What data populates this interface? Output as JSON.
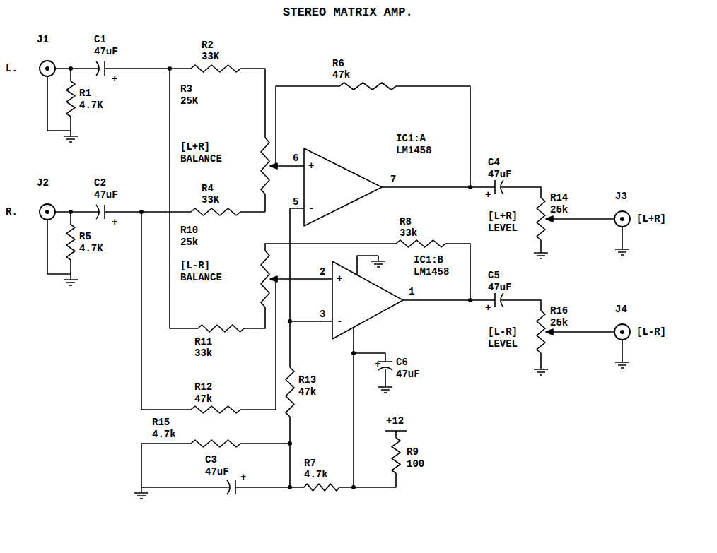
{
  "diagram": {
    "title": "STEREO MATRIX AMP.",
    "labels": [
      "J1",
      "L.",
      "C1",
      "47uF",
      "+",
      "R1",
      "4.7K",
      "R2",
      "33K",
      "R6",
      "47k",
      "R3",
      "25K",
      "[L+R]",
      "BALANCE",
      "6",
      "+",
      "5",
      "-",
      "IC1:A",
      "LM1458",
      "7",
      "C4",
      "47uF",
      "+",
      "R14",
      "25k",
      "[L+R]",
      "LEVEL",
      "J3",
      "[L+R]",
      "J2",
      "R.",
      "C2",
      "47uF",
      "+",
      "R4",
      "33K",
      "R5",
      "4.7K",
      "R8",
      "33k",
      "R10",
      "25k",
      "IC1:B",
      "LM1458",
      "[L-R]",
      "BALANCE",
      "2",
      "+",
      "1",
      "3",
      "-",
      "C5",
      "47uF",
      "+",
      "R16",
      "25k",
      "J4",
      "[L-R]",
      "[L-R]",
      "LEVEL",
      "R11",
      "33k",
      "C6",
      "47uF",
      "+",
      "R12",
      "47k",
      "R13",
      "47k",
      "R15",
      "4.7k",
      "C3",
      "47uF",
      "+",
      "R7",
      "4.7k",
      "+12",
      "R9",
      "100"
    ]
  }
}
